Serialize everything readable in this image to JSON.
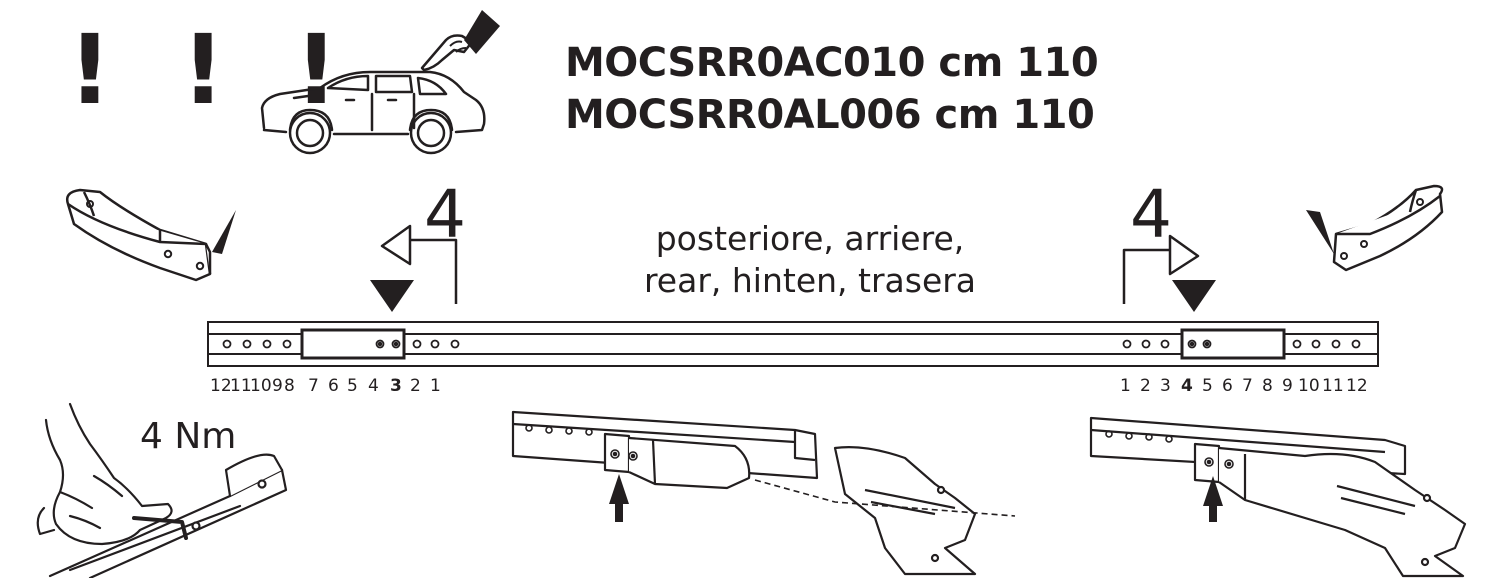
{
  "warning_marks": "! ! !",
  "product_codes": [
    {
      "code": "MOCSRR0AC010 cm 110"
    },
    {
      "code": "MOCSRR0AL006 cm 110"
    }
  ],
  "position_number_left": "4",
  "position_number_right": "4",
  "rear_label": {
    "line1": "posteriore, arriere,",
    "line2": "rear, hinten, trasera"
  },
  "scale_left": [
    "12",
    "11",
    "10",
    "9",
    "8",
    "7",
    "6",
    "5",
    "4",
    "3",
    "2",
    "1"
  ],
  "scale_right": [
    "1",
    "2",
    "3",
    "4",
    "5",
    "6",
    "7",
    "8",
    "9",
    "10",
    "11",
    "12"
  ],
  "highlight_hole": "4",
  "torque": "4 Nm",
  "colors": {
    "ink": "#231f20",
    "paper": "#ffffff"
  },
  "icons": [
    "car-icon",
    "pointing-hand-icon",
    "foot-bracket-icon",
    "arrow-icon",
    "wrench-hand-icon"
  ]
}
